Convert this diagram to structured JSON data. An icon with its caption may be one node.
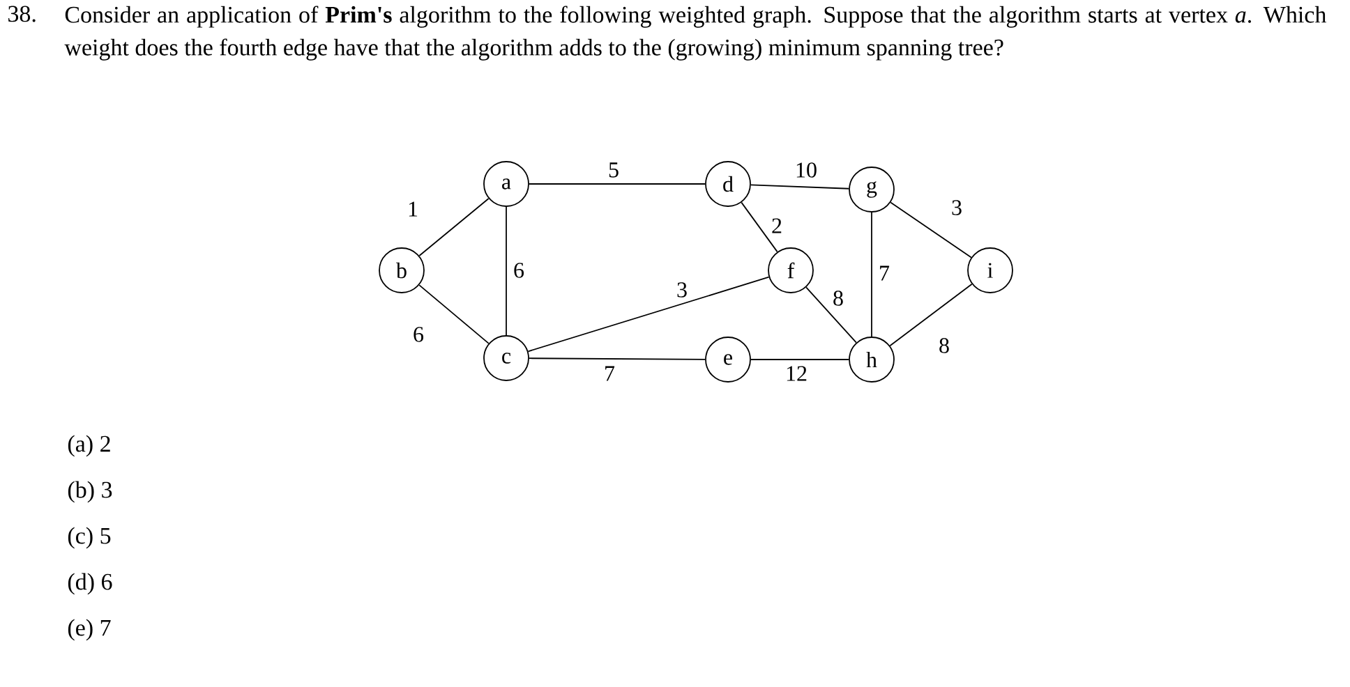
{
  "diagram": {
    "title": "Consider an application of **Prim's** algorithm to the following weighted graph. Suppose that the algorithm starts at vertex *a*. Which weight does the fourth edge have that the algorithm adds to the (growing) minimum spanning tree?",
    "nodes": [
      {
        "text": [
          "a"
        ]
      },
      {
        "text": [
          "b"
        ]
      },
      {
        "text": [
          "c"
        ]
      },
      {
        "text": [
          "d"
        ]
      },
      {
        "text": [
          "e"
        ]
      },
      {
        "text": [
          "f"
        ]
      },
      {
        "text": [
          "g"
        ]
      },
      {
        "text": [
          "h"
        ]
      },
      {
        "text": [
          "i"
        ]
      }
    ],
    "edges": [
      {
        "from": 1,
        "to": 0,
        "arrow": "none",
        "label": "1"
      },
      {
        "from": 0,
        "to": 3,
        "arrow": "none",
        "label": "5"
      },
      {
        "from": 0,
        "to": 2,
        "arrow": "none",
        "label": "6"
      },
      {
        "from": 1,
        "to": 2,
        "arrow": "none",
        "label": "6"
      },
      {
        "from": 3,
        "to": 6,
        "arrow": "none",
        "label": "10"
      },
      {
        "from": 3,
        "to": 5,
        "arrow": "none",
        "label": "2"
      },
      {
        "from": 2,
        "to": 5,
        "arrow": "none",
        "label": "3"
      },
      {
        "from": 5,
        "to": 7,
        "arrow": "none",
        "label": "8"
      },
      {
        "from": 6,
        "to": 7,
        "arrow": "none",
        "label": "7"
      },
      {
        "from": 6,
        "to": 8,
        "arrow": "none",
        "label": "3"
      },
      {
        "from": 2,
        "to": 4,
        "arrow": "none",
        "label": "7"
      },
      {
        "from": 4,
        "to": 7,
        "arrow": "none",
        "label": "12"
      },
      {
        "from": 7,
        "to": 8,
        "arrow": "none",
        "label": "8"
      }
    ],
    "labels": [
      "38.",
      "(a) 2",
      "(b) 3",
      "(c) 5",
      "(d) 6",
      "(e) 7"
    ]
  }
}
